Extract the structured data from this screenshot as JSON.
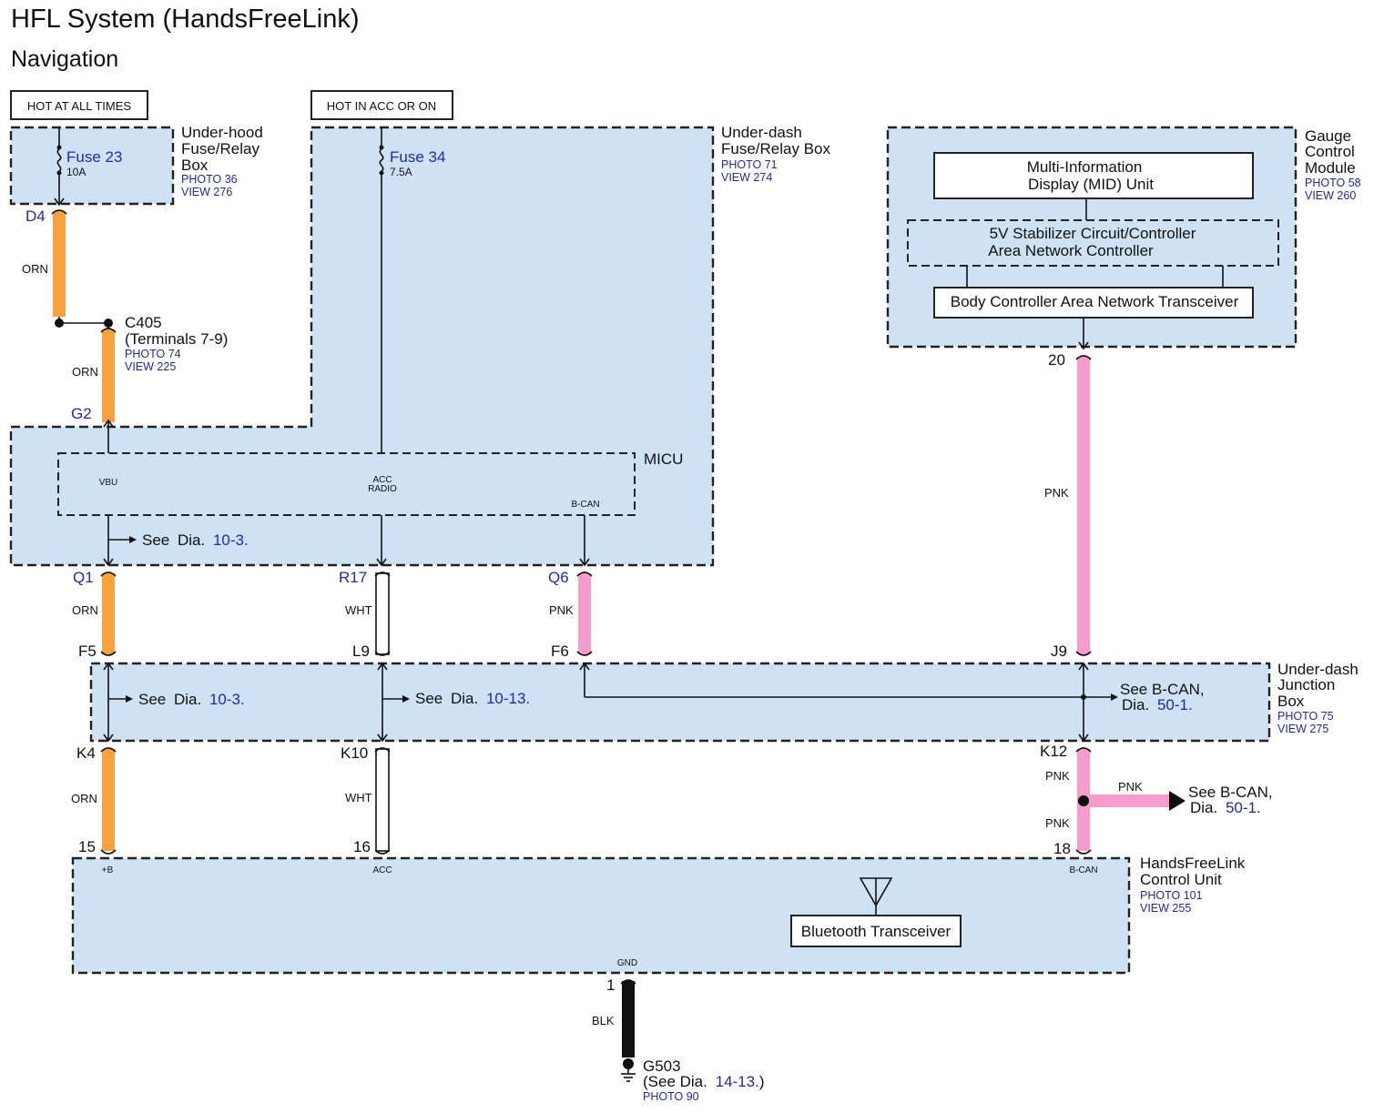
{
  "header": {
    "title": "HFL System (HandsFreeLink)",
    "subtitle": "Navigation"
  },
  "power": {
    "hot_all_times": "HOT AT ALL TIMES",
    "hot_acc_on": "HOT IN ACC OR ON"
  },
  "components": {
    "underhood_box": {
      "line1": "Under-hood",
      "line2": "Fuse/Relay",
      "line3": "Box",
      "photo": "PHOTO 36",
      "view": "VIEW 276",
      "fuse": "Fuse 23",
      "rating": "10A"
    },
    "underdash_box": {
      "line1": "Under-dash",
      "line2": "Fuse/Relay Box",
      "photo": "PHOTO 71",
      "view": "VIEW 274",
      "fuse": "Fuse 34",
      "rating": "7.5A"
    },
    "gauge_module": {
      "line1": "Gauge",
      "line2": "Control",
      "line3": "Module",
      "photo": "PHOTO 58",
      "view": "VIEW 260",
      "mid_line1": "Multi-Information",
      "mid_line2": "Display (MID) Unit",
      "stab_line1": "5V Stabilizer Circuit/Controller",
      "stab_line2": "Area Network Controller",
      "transceiver": "Body Controller Area Network Transceiver"
    },
    "c405": {
      "name": "C405",
      "terminals": "(Terminals 7-9)",
      "photo": "PHOTO 74",
      "view": "VIEW 225"
    },
    "micu": {
      "name": "MICU",
      "vbu": "VBU",
      "acc1": "ACC",
      "acc2": "RADIO",
      "bcan": "B-CAN"
    },
    "junction_box": {
      "line1": "Under-dash",
      "line2": "Junction",
      "line3": "Box",
      "photo": "PHOTO 75",
      "view": "VIEW 275"
    },
    "hfl_unit": {
      "line1": "HandsFreeLink",
      "line2": "Control Unit",
      "photo": "PHOTO 101",
      "view": "VIEW 255",
      "plus_b": "+B",
      "acc": "ACC",
      "bcan": "B-CAN",
      "gnd": "GND",
      "bluetooth": "Bluetooth Transceiver"
    },
    "ground": {
      "name": "G503",
      "see": "(See Dia.",
      "ref": "14-13.",
      "close": ")",
      "photo": "PHOTO 90"
    }
  },
  "connectors": {
    "d4": "D4",
    "g2": "G2",
    "q1": "Q1",
    "r17": "R17",
    "q6": "Q6",
    "f5": "F5",
    "l9": "L9",
    "f6": "F6",
    "j9": "J9",
    "k4": "K4",
    "k10": "K10",
    "k12": "K12",
    "p15": "15",
    "p16": "16",
    "p18": "18",
    "p20": "20",
    "p1": "1"
  },
  "wires": {
    "orn": "ORN",
    "wht": "WHT",
    "pnk": "PNK",
    "blk": "BLK"
  },
  "wire_colors": {
    "orn": "#f7a23c",
    "pnk": "#f59ccd",
    "blk": "#111111",
    "wht": "#ffffff"
  },
  "references": {
    "see": "See",
    "dia": "Dia.",
    "ref_10_3": "10-3.",
    "ref_10_13": "10-13.",
    "see_bcan": "See B-CAN,",
    "ref_50_1": "50-1."
  }
}
